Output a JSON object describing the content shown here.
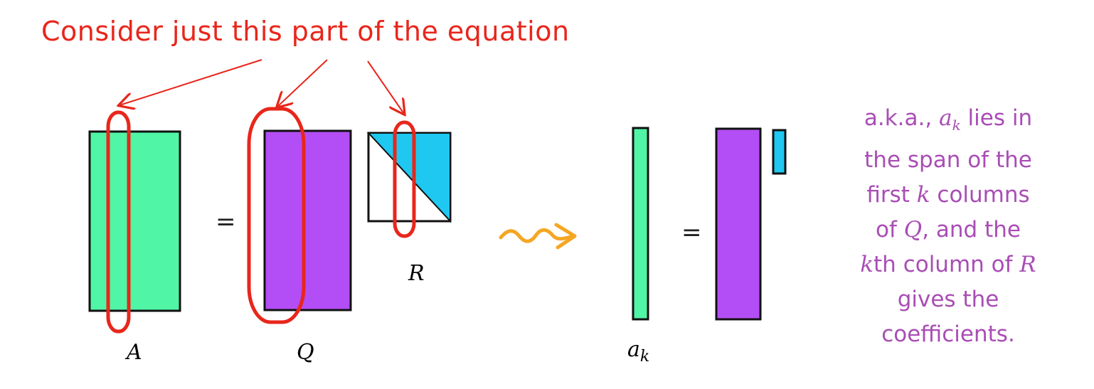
{
  "headline": "Consider just this part of the equation",
  "labels": {
    "A": "A",
    "Q": "Q",
    "R": "R",
    "a": "a",
    "k_sub": "k"
  },
  "equals_left": "=",
  "equals_right": "=",
  "note": {
    "line1_pre": "a.k.a., ",
    "line1_math_a": "a",
    "line1_math_k": "k",
    "line1_post": " lies in",
    "line2": "the span of the",
    "line3_pre": "first ",
    "line3_math": "k",
    "line3_post": " columns",
    "line4_pre": "of ",
    "line4_math": "Q",
    "line4_post": ", and the",
    "line5_math_k": "k",
    "line5_mid": "th column of ",
    "line5_math_R": "R",
    "line6": "gives the",
    "line7": "coefficients."
  },
  "colors": {
    "green": "#50f5a6",
    "purple": "#b34df5",
    "cyan": "#1ec8f0",
    "red": "#e8261b",
    "orange": "#f5a623",
    "note": "#a94db5"
  }
}
